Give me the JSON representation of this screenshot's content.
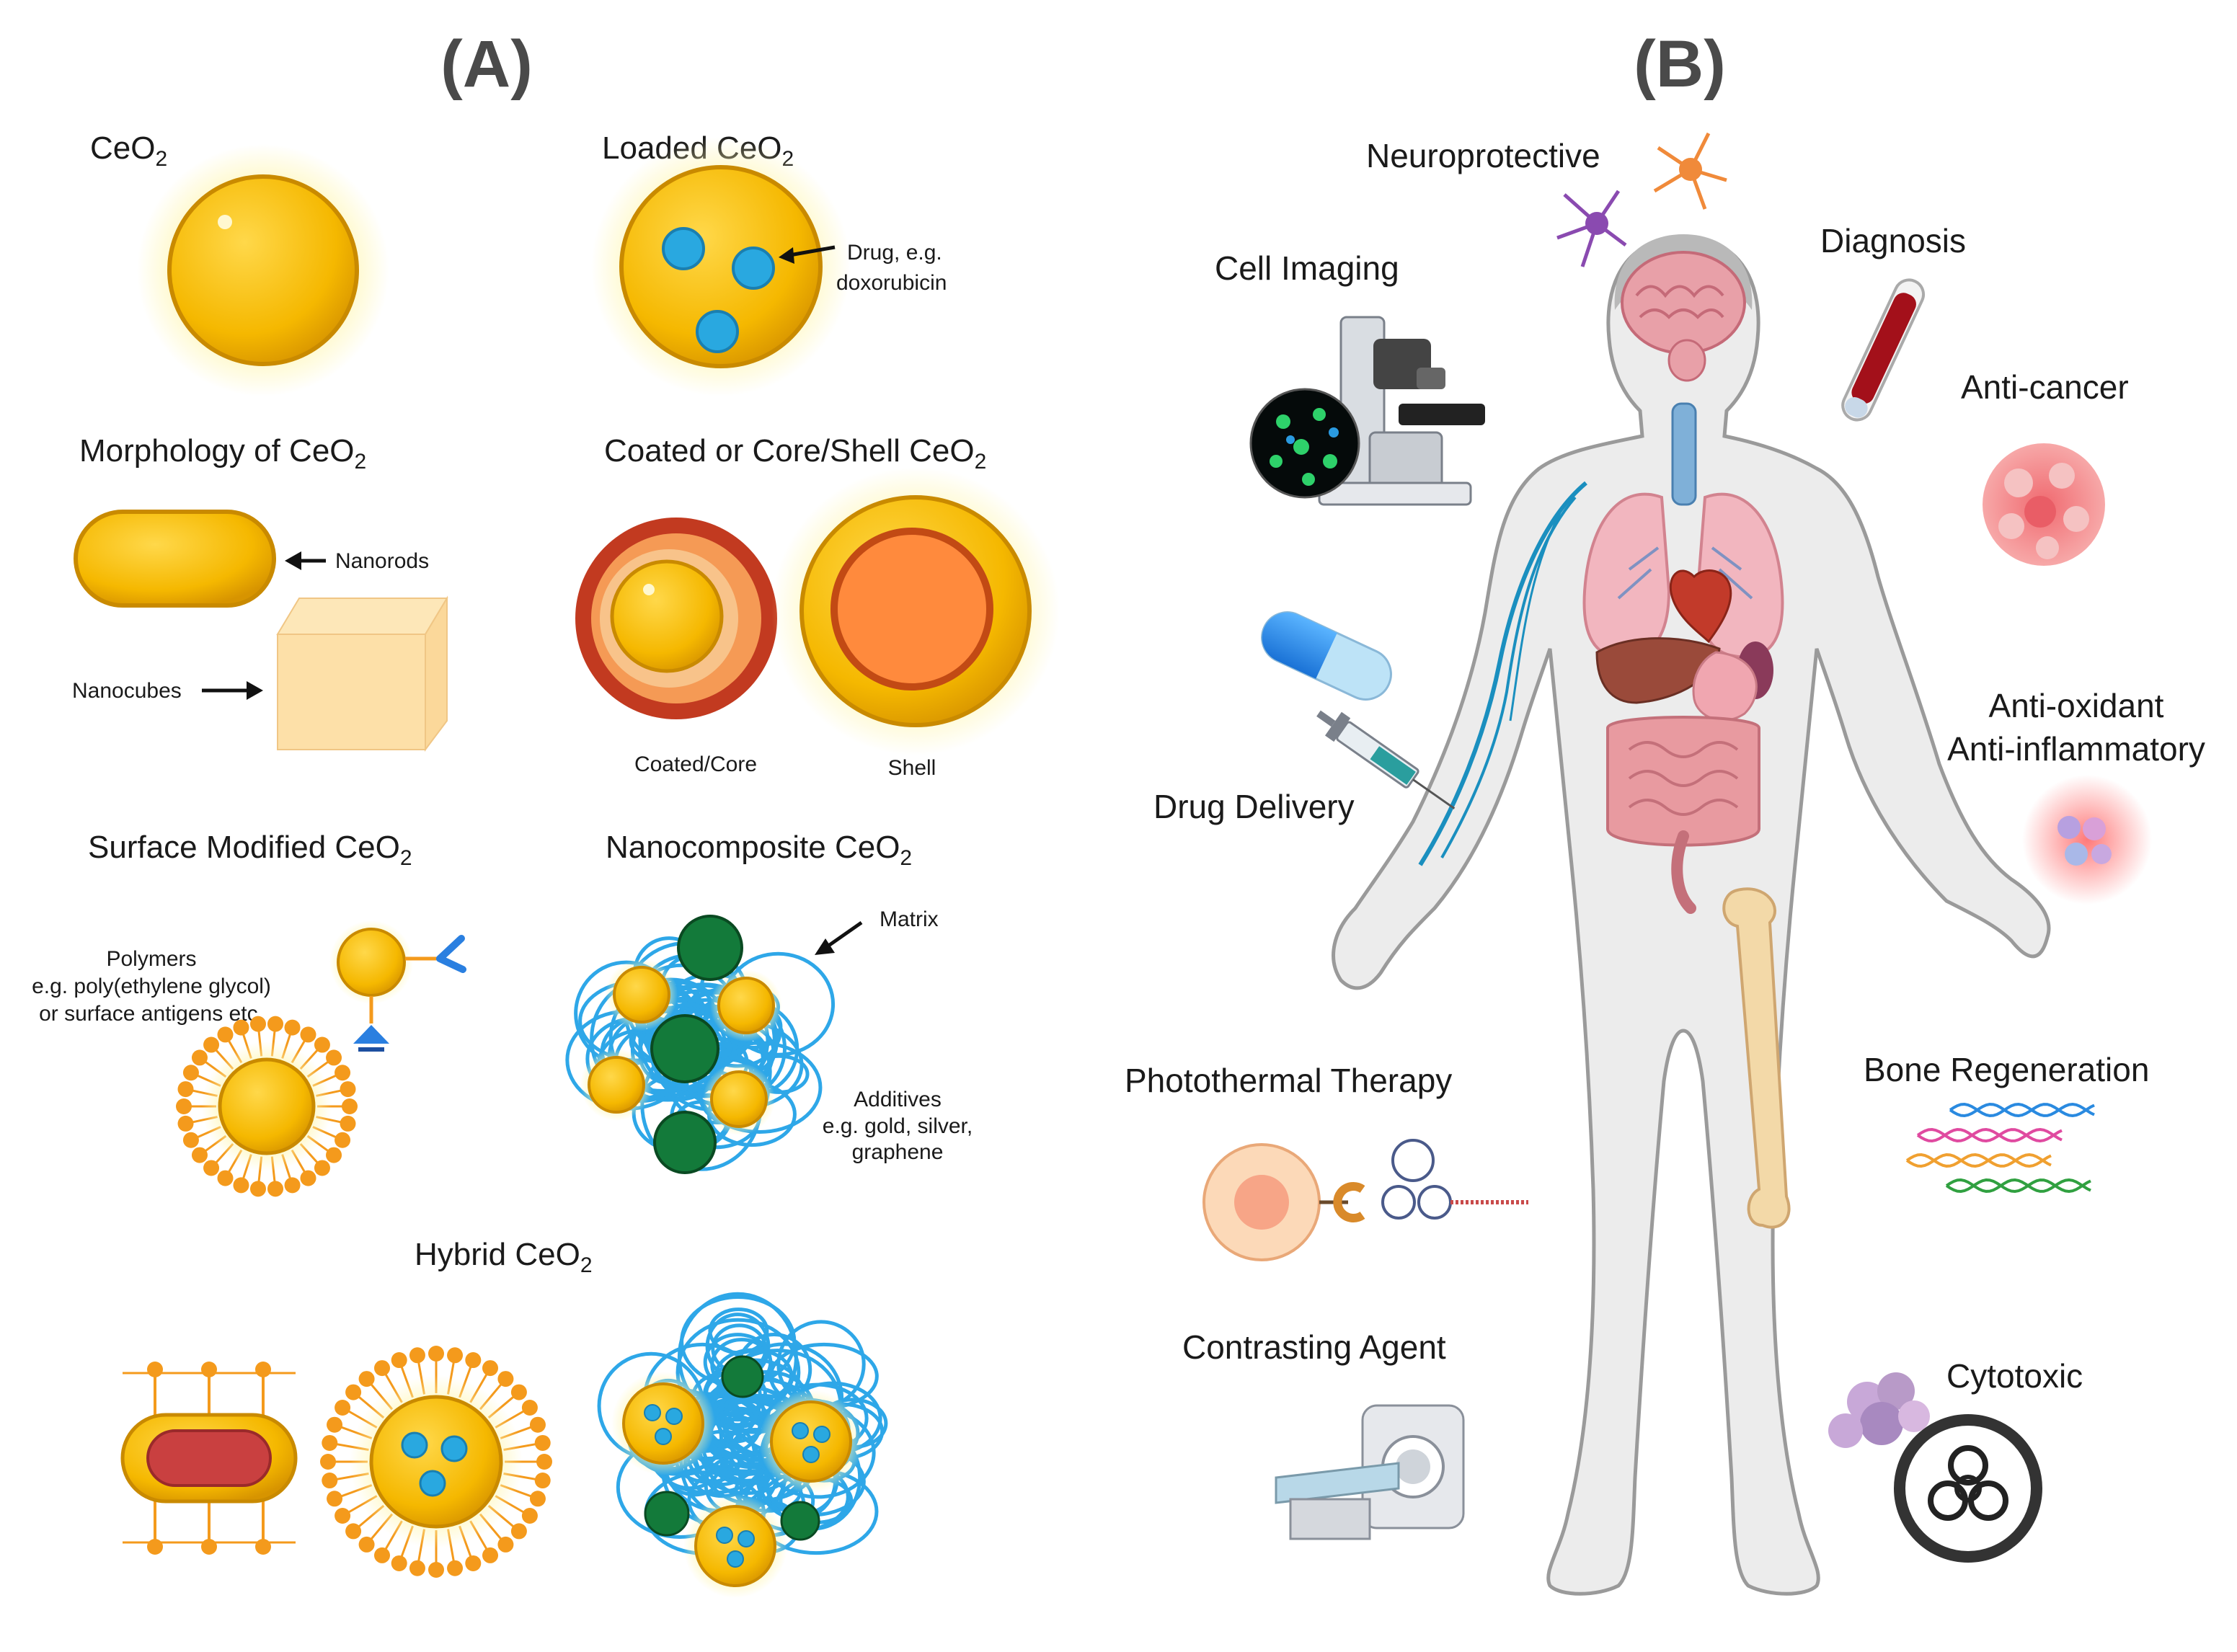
{
  "panel_a": {
    "letter": "(A)",
    "ceo2": {
      "label": "CeO",
      "sub": "2"
    },
    "loaded": {
      "label": "Loaded CeO",
      "sub": "2",
      "drug_line1": "Drug, e.g.",
      "drug_line2": "doxorubicin"
    },
    "morphology": {
      "label": "Morphology of CeO",
      "sub": "2",
      "nanorods": "Nanorods",
      "nanocubes": "Nanocubes"
    },
    "coated": {
      "label": "Coated or Core/Shell CeO",
      "sub": "2",
      "core": "Coated/Core",
      "shell": "Shell"
    },
    "surface": {
      "label": "Surface Modified CeO",
      "sub": "2",
      "note_line1": "Polymers",
      "note_line2": "e.g. poly(ethylene glycol)",
      "note_line3": "or surface antigens etc."
    },
    "nanocomposite": {
      "label": "Nanocomposite CeO",
      "sub": "2",
      "matrix": "Matrix",
      "add_line1": "Additives",
      "add_line2": "e.g. gold, silver,",
      "add_line3": "graphene"
    },
    "hybrid": {
      "label": "Hybrid CeO",
      "sub": "2"
    }
  },
  "panel_b": {
    "letter": "(B)",
    "neuroprotective": "Neuroprotective",
    "diagnosis": "Diagnosis",
    "cell_imaging": "Cell Imaging",
    "anti_cancer": "Anti-cancer",
    "anti_oxidant": "Anti-oxidant",
    "anti_inflammatory": "Anti-inflammatory",
    "drug_delivery": "Drug Delivery",
    "photothermal": "Photothermal Therapy",
    "bone_regeneration": "Bone Regeneration",
    "contrasting_agent": "Contrasting Agent",
    "cytotoxic": "Cytotoxic"
  },
  "colors": {
    "ceria": "#f5b800",
    "ceria_dark": "#c98a00",
    "glow": "#fff2a8",
    "drug": "#29a8e0",
    "matrix": "#2ea7e8",
    "additive": "#137a3a",
    "lipid": "#f49a1c",
    "shell_core": "#f07a30",
    "rod_core": "#c94040"
  }
}
